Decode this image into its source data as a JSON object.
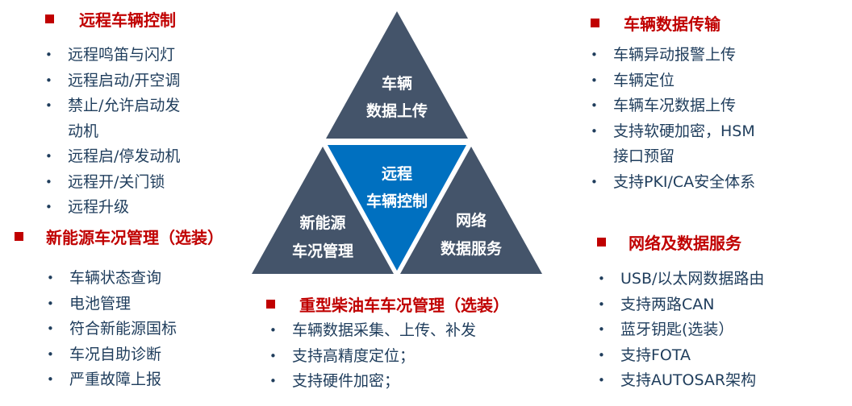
{
  "pyramid": {
    "top": {
      "line1": "车辆",
      "line2": "数据上传",
      "color": "#44546a"
    },
    "center": {
      "line1": "远程",
      "line2": "车辆控制",
      "color": "#0070c0"
    },
    "left": {
      "line1": "新能源",
      "line2": "车况管理",
      "color": "#44546a"
    },
    "right": {
      "line1": "网络",
      "line2": "数据服务",
      "color": "#44546a"
    }
  },
  "sections": {
    "remote_control": {
      "title": "远程车辆控制",
      "items": [
        "远程鸣笛与闪灯",
        "远程启动/开空调",
        "禁止/允许启动发",
        "动机",
        "远程启/停发动机",
        "远程开/关门锁",
        "远程升级"
      ]
    },
    "nev_management": {
      "title": "新能源车况管理（选装）",
      "items": [
        "车辆状态查询",
        "电池管理",
        "符合新能源国标",
        "车况自助诊断",
        "严重故障上报"
      ]
    },
    "diesel_management": {
      "title": "重型柴油车车况管理（选装）",
      "items": [
        "车辆数据采集、上传、补发",
        "支持高精度定位；",
        "支持硬件加密；"
      ]
    },
    "vehicle_data_transfer": {
      "title": "车辆数据传输",
      "items": [
        "车辆异动报警上传",
        "车辆定位",
        "车辆车况数据上传",
        "支持软硬加密，HSM",
        "接口预留",
        "支持PKI/CA安全体系"
      ]
    },
    "network_data_service": {
      "title": "网络及数据服务",
      "items": [
        "USB/以太网数据路由",
        "支持两路CAN",
        "蓝牙钥匙(选装）",
        "支持FOTA",
        "支持AUTOSAR架构"
      ]
    }
  },
  "colors": {
    "accent_red": "#c00000",
    "text_navy": "#1f3d5c",
    "triangle_gray": "#44546a",
    "triangle_blue": "#0070c0"
  }
}
